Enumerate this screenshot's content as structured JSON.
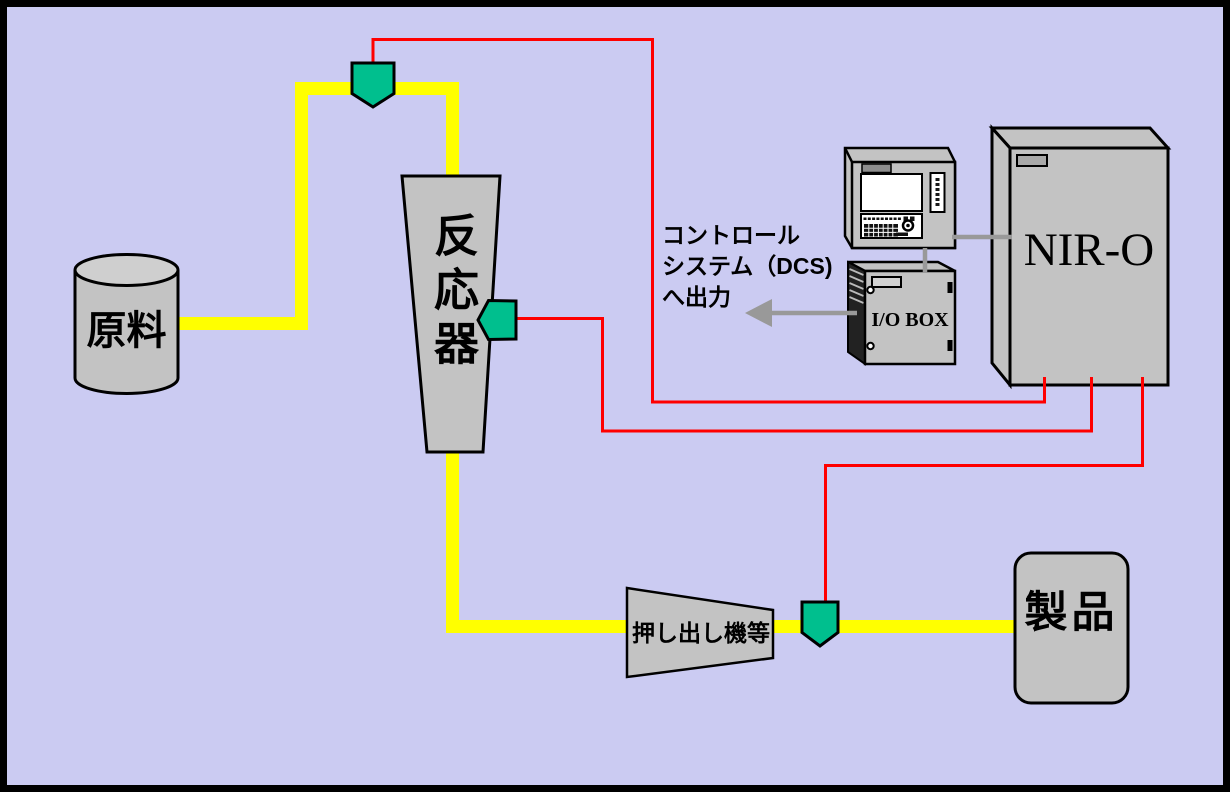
{
  "colors": {
    "background": "#CBCBF2",
    "frame": "#000000",
    "pipe_yellow": "#FFFF00",
    "signal_red": "#FF0000",
    "cable_gray": "#999999",
    "box_gray": "#C3C3C3",
    "box_gray_light": "#CFCFCF",
    "sensor_green": "#00BF8E"
  },
  "nodes": {
    "raw_material": {
      "label": "原料"
    },
    "reactor": {
      "label": "反応器"
    },
    "extruder": {
      "label": "押し出し機等"
    },
    "product": {
      "label": "製品"
    },
    "analyzer": {
      "label": "NIR-O"
    },
    "io_box": {
      "label": "I/O BOX"
    }
  },
  "annotations": {
    "dcs_output": {
      "lines": [
        "コントロール",
        "システム（DCS)",
        "へ出力"
      ]
    }
  }
}
